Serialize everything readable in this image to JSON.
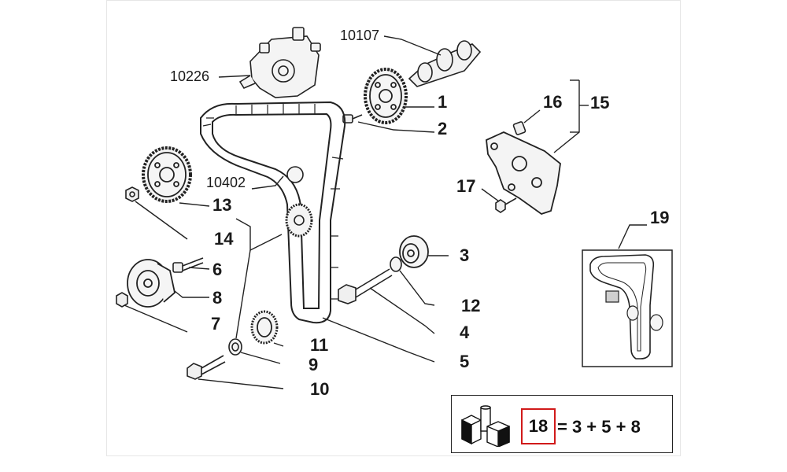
{
  "callouts": {
    "c10226": "10226",
    "c10107": "10107",
    "c10402": "10402",
    "c1": "1",
    "c2": "2",
    "c3": "3",
    "c4": "4",
    "c5": "5",
    "c6": "6",
    "c7": "7",
    "c8": "8",
    "c9": "9",
    "c10": "10",
    "c11": "11",
    "c12": "12",
    "c13": "13",
    "c14": "14",
    "c15": "15",
    "c16": "16",
    "c17": "17",
    "c19": "19"
  },
  "kit": {
    "number": "18",
    "formula": "= 3 + 5 + 8",
    "icon": "kit-parts-icon"
  },
  "colors": {
    "highlight": "#d11a1a",
    "line": "#1a1a1a"
  }
}
